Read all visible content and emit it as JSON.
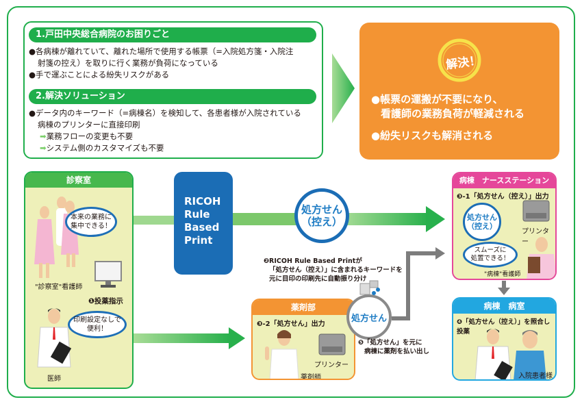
{
  "problem": {
    "heading": "1.戸田中央総合病院のお困りごと",
    "bullets": [
      "●各病棟が離れていて、離れた場所で使用する帳票（=入院処方箋・入院注",
      "射箋の控え）を取りに行く業務が負荷になっている",
      "●手で運ぶことによる紛失リスクがある"
    ]
  },
  "solution": {
    "heading": "2.解決ソリューション",
    "bullets": [
      "●データ内のキーワード（=病棟名）を検知して、各患者様が入院されている",
      "病棟のプリンターに直接印刷"
    ],
    "sub_points": [
      "業務フローの変更も不要",
      "システム側のカスタマイズも不要"
    ],
    "arrow_glyph": "➡"
  },
  "result": {
    "badge": "解決！",
    "lines": [
      "●帳票の運搬が不要になり、",
      "看護師の業務負荷が軽減される",
      "●紛失リスクも解消される"
    ]
  },
  "consult_room": {
    "title": "診察室",
    "nurse_speech": [
      "本来の業務に",
      "集中できる！"
    ],
    "nurse_label": "\"診察室\"看護師",
    "step1": "❶投薬指示",
    "doctor_speech": [
      "印刷設定なしで",
      "便利！"
    ],
    "doctor_label": "医師"
  },
  "ricoh": {
    "lines": [
      "RICOH",
      "Rule",
      "Based",
      "Print"
    ]
  },
  "stamp_copy": {
    "lines": [
      "処方せん",
      "（控え）"
    ]
  },
  "step2": {
    "lines": [
      "❷RICOH Rule Based Printが",
      "「処方せん（控え）」に含まれるキーワードを",
      "元に目印の印刷先に自動振り分け"
    ]
  },
  "nurse_station": {
    "title": "病棟　ナースステーション",
    "step": "❸-1「処方せん（控え）」出力",
    "stamp": [
      "処方せん",
      "（控え）"
    ],
    "printer_label": "プリンター",
    "speech": [
      "スムーズに",
      "処置できる！"
    ],
    "nurse_label": "\"病棟\"看護師"
  },
  "ward": {
    "title": "病棟　病室",
    "step": "❹「処方せん（控え）」を照合し投薬",
    "patient_label": "入院患者様"
  },
  "pharmacy": {
    "title": "薬剤部",
    "step": "❸-2「処方せん」出力",
    "printer_label": "プリンター",
    "pharmacist_label": "薬剤師"
  },
  "stamp_rx": {
    "label": "処方せん"
  },
  "step5": {
    "lines": [
      "❺「処方せん」を元に",
      "病棟に薬剤を払い出し"
    ]
  },
  "colors": {
    "green": "#1fae4b",
    "orange": "#f39433",
    "blue": "#1b6db5",
    "pink": "#e5479a",
    "cyan": "#22a7e0",
    "panel_fill": "#eef0b9",
    "gray_arrow": "#7d7d7d"
  }
}
